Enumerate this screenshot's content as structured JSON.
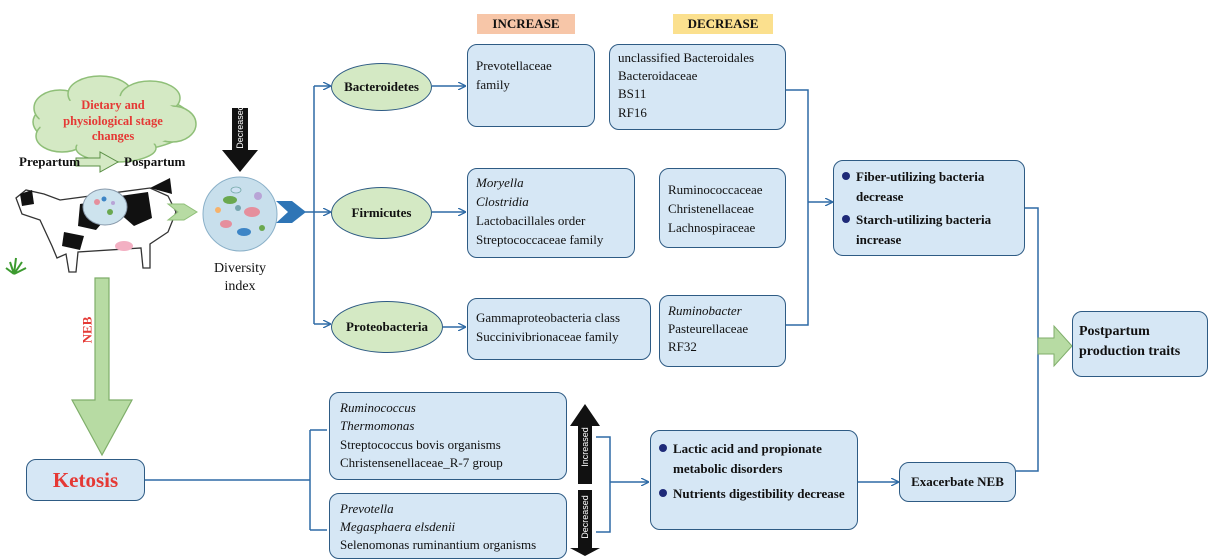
{
  "headers": {
    "increase": "INCREASE",
    "decrease": "DECREASE"
  },
  "cloud": {
    "text": "Dietary and physiological stage changes"
  },
  "stage": {
    "prepartum": "Prepartum",
    "postpartum": "Pospartum"
  },
  "diversity": {
    "arrow_label": "Decreased",
    "label_line1": "Diversity",
    "label_line2": "index"
  },
  "neb_label": "NEB",
  "ketosis": "Ketosis",
  "phyla": [
    {
      "name": "Bacteroidetes",
      "increase": [
        "Prevotellaceae",
        "family"
      ],
      "decrease": [
        "unclassified Bacteroidales",
        "Bacteroidaceae",
        "BS11",
        "RF16"
      ]
    },
    {
      "name": "Firmicutes",
      "increase": [
        "Moryella",
        "Clostridia",
        "Lactobacillales  order",
        "Streptococcaceae family"
      ],
      "decrease": [
        "Ruminococcaceae",
        "Christenellaceae",
        "Lachnospiraceae"
      ]
    },
    {
      "name": "Proteobacteria",
      "increase": [
        "Gammaproteobacteria class",
        "Succinivibrionaceae family"
      ],
      "decrease": [
        "Ruminobacter",
        "Pasteurellaceae",
        "RF32"
      ]
    }
  ],
  "summary": [
    "Fiber-utilizing bacteria decrease",
    "Starch-utilizing bacteria increase"
  ],
  "postpartum_box": "Postpartum production traits",
  "ketosis_increased": {
    "items": [
      "Ruminococcus",
      "Thermomonas",
      "Streptococcus bovis organisms",
      "Christensenellaceae_R-7 group"
    ],
    "arrow_label": "Increased"
  },
  "ketosis_decreased": {
    "items": [
      "Prevotella",
      "Megasphaera elsdenii",
      "Selenomonas ruminantium organisms"
    ],
    "arrow_label": "Decreased"
  },
  "metabolic": [
    "Lactic acid and propionate metabolic disorders",
    "Nutrients digestibility decrease"
  ],
  "exacerbate": "Exacerbate NEB",
  "colors": {
    "box_fill": "#d6e7f5",
    "oval_fill": "#d4e9c4",
    "increase_header": "#f7c6a8",
    "decrease_header": "#fbe08e",
    "red": "#e53935"
  }
}
